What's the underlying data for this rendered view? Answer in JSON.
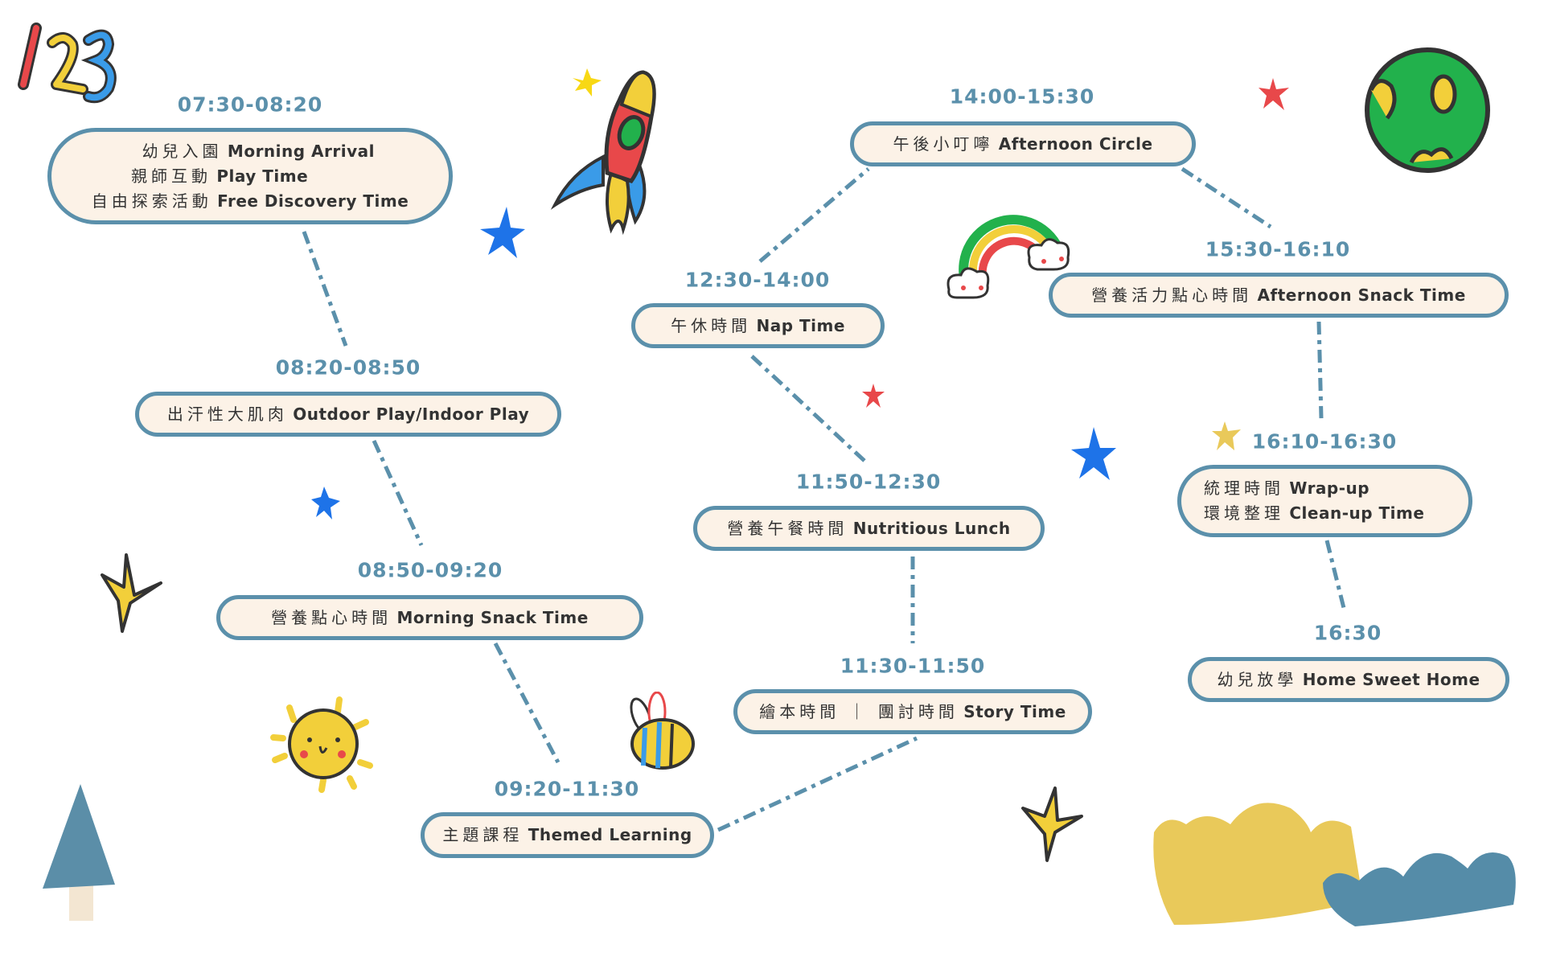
{
  "header": {
    "logo_text": "123"
  },
  "colors": {
    "accent": "#5b90ab",
    "box_fill": "#fcf2e7",
    "yellow": "#e9c95a",
    "red": "#e8484a",
    "blue": "#1e73e8",
    "green": "#22b14c"
  },
  "schedule": [
    {
      "time": "07:30-08:20",
      "lines": [
        {
          "zh": "幼兒入園",
          "en": "Morning Arrival"
        },
        {
          "zh": "親師互動",
          "en": "Play Time"
        },
        {
          "zh": "自由探索活動",
          "en": "Free Discovery Time"
        }
      ]
    },
    {
      "time": "08:20-08:50",
      "lines": [
        {
          "zh": "出汗性大肌肉",
          "en": "Outdoor Play/Indoor Play"
        }
      ]
    },
    {
      "time": "08:50-09:20",
      "lines": [
        {
          "zh": "營養點心時間",
          "en": "Morning Snack Time"
        }
      ]
    },
    {
      "time": "09:20-11:30",
      "lines": [
        {
          "zh": "主題課程",
          "en": "Themed Learning"
        }
      ]
    },
    {
      "time": "11:30-11:50",
      "lines": [
        {
          "zh": "繪本時間 ｜ 團討時間",
          "en": "Story Time"
        }
      ]
    },
    {
      "time": "11:50-12:30",
      "lines": [
        {
          "zh": "營養午餐時間",
          "en": "Nutritious Lunch"
        }
      ]
    },
    {
      "time": "12:30-14:00",
      "lines": [
        {
          "zh": "午休時間",
          "en": "Nap Time"
        }
      ]
    },
    {
      "time": "14:00-15:30",
      "lines": [
        {
          "zh": "午後小叮嚀",
          "en": "Afternoon Circle"
        }
      ]
    },
    {
      "time": "15:30-16:10",
      "lines": [
        {
          "zh": "營養活力點心時間",
          "en": "Afternoon Snack Time"
        }
      ]
    },
    {
      "time": "16:10-16:30",
      "lines": [
        {
          "zh": "統理時間",
          "en": "Wrap-up"
        },
        {
          "zh": "環境整理",
          "en": "Clean-up Time"
        }
      ]
    },
    {
      "time": "16:30",
      "lines": [
        {
          "zh": "幼兒放學",
          "en": "Home Sweet Home"
        }
      ]
    }
  ],
  "decorations": [
    "numbers-123-icon",
    "rocket-icon",
    "planet-icon",
    "rainbow-icon",
    "sun-icon",
    "bee-icon",
    "tree-icon",
    "bushes-icon",
    "star-icon"
  ]
}
